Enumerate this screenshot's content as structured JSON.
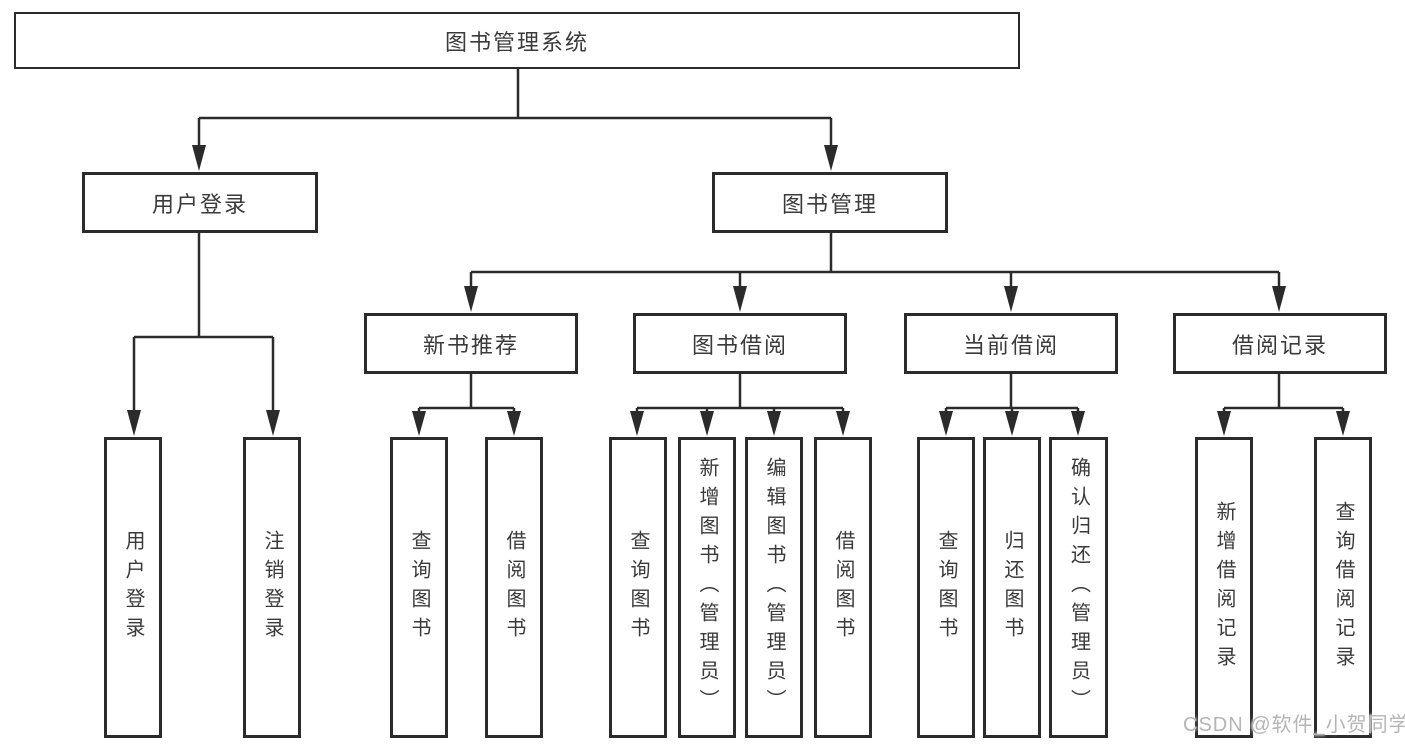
{
  "colors": {
    "line": "#2b2b2b",
    "text": "#3a3a3a",
    "watermark": "#b5b5b5",
    "background": "#ffffff"
  },
  "watermark": {
    "text": "CSDN @软件_小贺同学"
  },
  "tree": {
    "root": {
      "label": "图书管理系统"
    },
    "children": [
      {
        "label": "用户登录",
        "children": [
          {
            "label": "用户登录"
          },
          {
            "label": "注销登录"
          }
        ]
      },
      {
        "label": "图书管理",
        "children": [
          {
            "label": "新书推荐",
            "children": [
              {
                "label": "查询图书"
              },
              {
                "label": "借阅图书"
              }
            ]
          },
          {
            "label": "图书借阅",
            "children": [
              {
                "label": "查询图书"
              },
              {
                "label": "新增图书（管理员）"
              },
              {
                "label": "编辑图书（管理员）"
              },
              {
                "label": "借阅图书"
              }
            ]
          },
          {
            "label": "当前借阅",
            "children": [
              {
                "label": "查询图书"
              },
              {
                "label": "归还图书"
              },
              {
                "label": "确认归还（管理员）"
              }
            ]
          },
          {
            "label": "借阅记录",
            "children": [
              {
                "label": "新增借阅记录"
              },
              {
                "label": "查询借阅记录"
              }
            ]
          }
        ]
      }
    ]
  }
}
